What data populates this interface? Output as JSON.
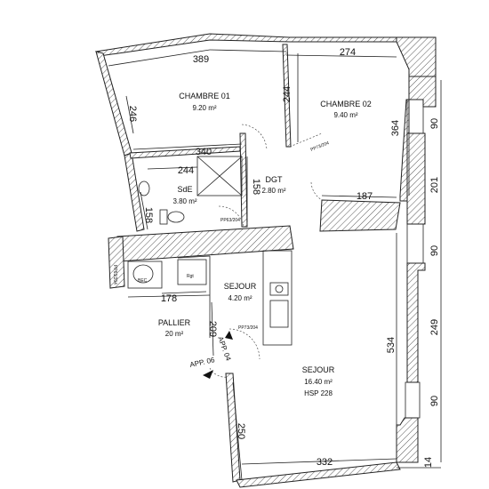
{
  "rooms": {
    "chambre01": {
      "name": "CHAMBRE 01",
      "area": "9.20 m²"
    },
    "chambre02": {
      "name": "CHAMBRE 02",
      "area": "9.40 m²"
    },
    "sde": {
      "name": "SdE",
      "area": "3.80 m²"
    },
    "dgt": {
      "name": "DGT",
      "area": "2.80 m²"
    },
    "sejour_small": {
      "name": "SEJOUR",
      "area": "4.20 m²"
    },
    "pallier": {
      "name": "PALLIER",
      "area": "20 m²"
    },
    "sejour_main": {
      "name": "SEJOUR",
      "area": "16.40 m²",
      "note": "HSP 228"
    }
  },
  "dimensions": {
    "top_left": "389",
    "top_right": "274",
    "ch01_height": "246",
    "ch02_inner": "244",
    "ch01_bottom": "340",
    "sde_width": "244",
    "dgt_height": "158",
    "sde_height": "158",
    "ch02_height": "364",
    "dgt_bottom": "187",
    "right_201": "201",
    "right_90_a": "90",
    "right_90_b": "90",
    "right_90_c": "90",
    "right_249": "249",
    "sejour_height": "534",
    "pallier_width": "178",
    "pallier_height": "209",
    "entry_250": "250",
    "bottom_332": "332",
    "bottom_14": "14"
  },
  "labels": {
    "app04": "APP. 04",
    "app06": "APP. 06",
    "pp_ch02": "PP73/204",
    "pp_sde": "PP63/204",
    "pp_sejour": "PP73/204",
    "pp_cab": "PP63/204",
    "rgt": "Rgt",
    "bec": "BEC"
  }
}
